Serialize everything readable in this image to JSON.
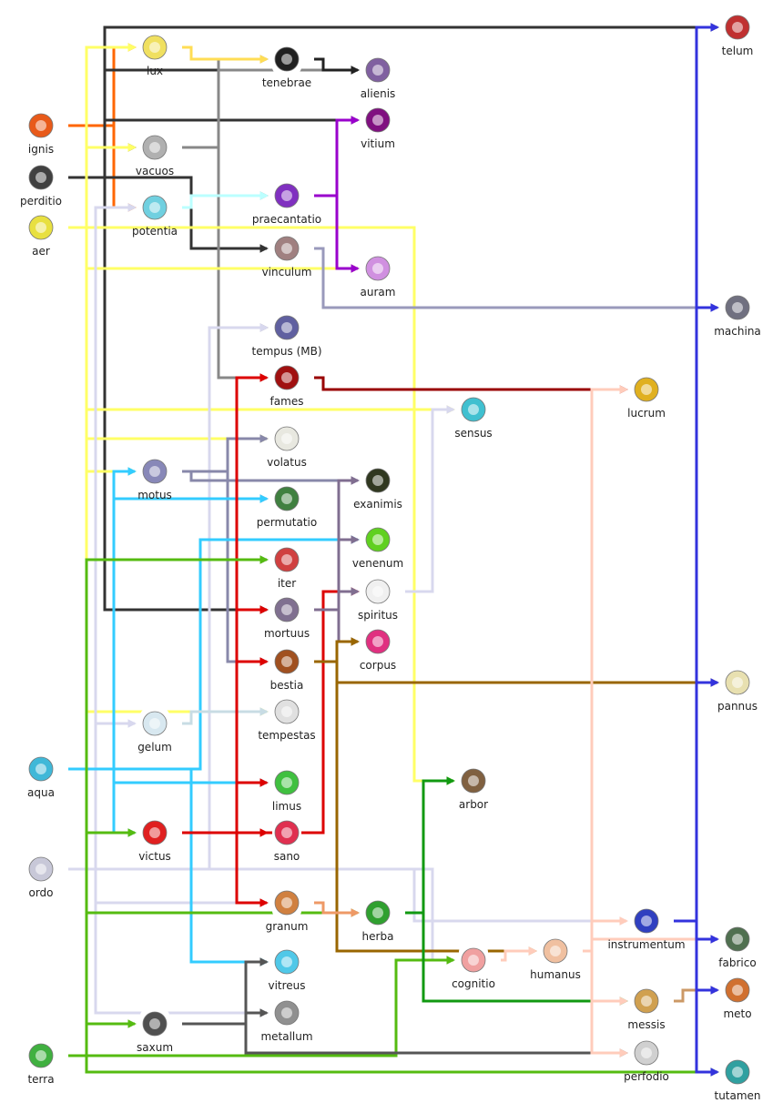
{
  "nodes": [
    {
      "id": "ignis",
      "label": "ignis",
      "icon": "ignis-icon",
      "color": "#e85a1a"
    },
    {
      "id": "perditio",
      "label": "perditio",
      "icon": "perditio-icon",
      "color": "#404040"
    },
    {
      "id": "aer",
      "label": "aer",
      "icon": "aer-icon",
      "color": "#e8e040"
    },
    {
      "id": "aqua",
      "label": "aqua",
      "icon": "aqua-icon",
      "color": "#40b8d8"
    },
    {
      "id": "ordo",
      "label": "ordo",
      "icon": "ordo-icon",
      "color": "#c8c8d8"
    },
    {
      "id": "terra",
      "label": "terra",
      "icon": "terra-icon",
      "color": "#40b040"
    },
    {
      "id": "lux",
      "label": "lux",
      "icon": "lux-icon",
      "color": "#f0e060"
    },
    {
      "id": "vacuos",
      "label": "vacuos",
      "icon": "vacuos-icon",
      "color": "#b0b0b0"
    },
    {
      "id": "potentia",
      "label": "potentia",
      "icon": "potentia-icon",
      "color": "#70d0e0"
    },
    {
      "id": "motus",
      "label": "motus",
      "icon": "motus-icon",
      "color": "#8888b8"
    },
    {
      "id": "gelum",
      "label": "gelum",
      "icon": "gelum-icon",
      "color": "#d8e8f0"
    },
    {
      "id": "victus",
      "label": "victus",
      "icon": "victus-icon",
      "color": "#e02020"
    },
    {
      "id": "saxum",
      "label": "saxum",
      "icon": "saxum-icon",
      "color": "#505050"
    },
    {
      "id": "tenebrae",
      "label": "tenebrae",
      "icon": "tenebrae-icon",
      "color": "#202020"
    },
    {
      "id": "praecantatio",
      "label": "praecantatio",
      "icon": "praecantatio-icon",
      "color": "#8030c0"
    },
    {
      "id": "vinculum",
      "label": "vinculum",
      "icon": "vinculum-icon",
      "color": "#a08080"
    },
    {
      "id": "tempus",
      "label": "tempus (MB)",
      "icon": "tempus-icon",
      "color": "#6060a0"
    },
    {
      "id": "fames",
      "label": "fames",
      "icon": "fames-icon",
      "color": "#a01010"
    },
    {
      "id": "volatus",
      "label": "volatus",
      "icon": "volatus-icon",
      "color": "#e8e8e0"
    },
    {
      "id": "permutatio",
      "label": "permutatio",
      "icon": "permutatio-icon",
      "color": "#408040"
    },
    {
      "id": "iter",
      "label": "iter",
      "icon": "iter-icon",
      "color": "#d04040"
    },
    {
      "id": "mortuus",
      "label": "mortuus",
      "icon": "mortuus-icon",
      "color": "#807090"
    },
    {
      "id": "bestia",
      "label": "bestia",
      "icon": "bestia-icon",
      "color": "#a05020"
    },
    {
      "id": "tempestas",
      "label": "tempestas",
      "icon": "tempestas-icon",
      "color": "#e0e0e0"
    },
    {
      "id": "limus",
      "label": "limus",
      "icon": "limus-icon",
      "color": "#40c040"
    },
    {
      "id": "sano",
      "label": "sano",
      "icon": "sano-icon",
      "color": "#e03050"
    },
    {
      "id": "granum",
      "label": "granum",
      "icon": "granum-icon",
      "color": "#d08040"
    },
    {
      "id": "vitreus",
      "label": "vitreus",
      "icon": "vitreus-icon",
      "color": "#50c8e8"
    },
    {
      "id": "metallum",
      "label": "metallum",
      "icon": "metallum-icon",
      "color": "#909090"
    },
    {
      "id": "alienis",
      "label": "alienis",
      "icon": "alienis-icon",
      "color": "#8060a0"
    },
    {
      "id": "vitium",
      "label": "vitium",
      "icon": "vitium-icon",
      "color": "#801080"
    },
    {
      "id": "auram",
      "label": "auram",
      "icon": "auram-icon",
      "color": "#d090e0"
    },
    {
      "id": "exanimis",
      "label": "exanimis",
      "icon": "exanimis-icon",
      "color": "#303820"
    },
    {
      "id": "venenum",
      "label": "venenum",
      "icon": "venenum-icon",
      "color": "#60d020"
    },
    {
      "id": "spiritus",
      "label": "spiritus",
      "icon": "spiritus-icon",
      "color": "#f0f0f0"
    },
    {
      "id": "corpus",
      "label": "corpus",
      "icon": "corpus-icon",
      "color": "#e03080"
    },
    {
      "id": "herba",
      "label": "herba",
      "icon": "herba-icon",
      "color": "#30a030"
    },
    {
      "id": "sensus",
      "label": "sensus",
      "icon": "sensus-icon",
      "color": "#40c0d0"
    },
    {
      "id": "arbor",
      "label": "arbor",
      "icon": "arbor-icon",
      "color": "#806040"
    },
    {
      "id": "cognitio",
      "label": "cognitio",
      "icon": "cognitio-icon",
      "color": "#f0a0a0"
    },
    {
      "id": "humanus",
      "label": "humanus",
      "icon": "humanus-icon",
      "color": "#f0c0a0"
    },
    {
      "id": "lucrum",
      "label": "lucrum",
      "icon": "lucrum-icon",
      "color": "#e0b020"
    },
    {
      "id": "instrumentum",
      "label": "instrumentum",
      "icon": "instrumentum-icon",
      "color": "#3040c0"
    },
    {
      "id": "messis",
      "label": "messis",
      "icon": "messis-icon",
      "color": "#d0a050"
    },
    {
      "id": "perfodio",
      "label": "perfodio",
      "icon": "perfodio-icon",
      "color": "#d0d0d0"
    },
    {
      "id": "telum",
      "label": "telum",
      "icon": "telum-icon",
      "color": "#c03030"
    },
    {
      "id": "machina",
      "label": "machina",
      "icon": "machina-icon",
      "color": "#707080"
    },
    {
      "id": "pannus",
      "label": "pannus",
      "icon": "pannus-icon",
      "color": "#e8e0b0"
    },
    {
      "id": "fabrico",
      "label": "fabrico",
      "icon": "fabrico-icon",
      "color": "#507050"
    },
    {
      "id": "meto",
      "label": "meto",
      "icon": "meto-icon",
      "color": "#d07030"
    },
    {
      "id": "tutamen",
      "label": "tutamen",
      "icon": "tutamen-icon",
      "color": "#30a0a0"
    }
  ],
  "palette": {
    "ignis": "#ff6600",
    "perditio": "#333333",
    "aer": "#ffff66",
    "aqua": "#33ccff",
    "ordo": "#d8d8ee",
    "terra": "#55bb11",
    "lux": "#ffdd55",
    "vacuos": "#888888",
    "potentia": "#bbffff",
    "motus": "#8888aa",
    "gelum": "#c8dce4",
    "victus": "#dd0000",
    "saxum": "#555555",
    "praecantatio": "#9900cc",
    "vinculum": "#9999bb",
    "fames": "#990000",
    "mortuus": "#806e90",
    "bestia": "#996600",
    "granum": "#ee9966",
    "herba": "#119911",
    "cognitio": "#ffccbb",
    "humanus": "#ffccbb",
    "messis": "#cc9966",
    "instrumentum": "#3333dd",
    "tenebrae": "#222222"
  }
}
